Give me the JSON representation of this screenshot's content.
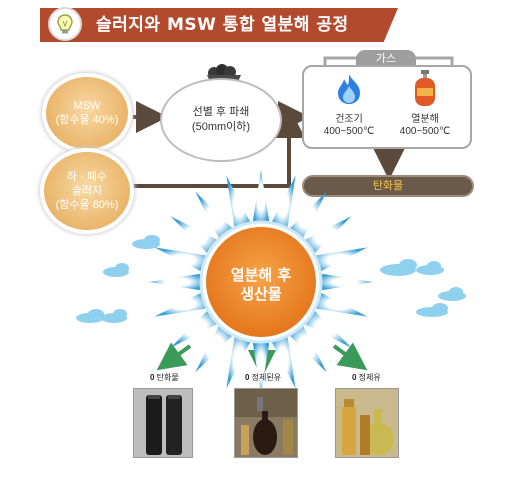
{
  "title": "슬러지와 MSW 통합 열분해 공정",
  "inputs": {
    "msw": {
      "name": "MSW",
      "moisture": "(함수율 40%)"
    },
    "sludge": {
      "line1": "하 · 폐수",
      "line2": "슬러지",
      "moisture": "(함수율 80%)"
    }
  },
  "sorting": {
    "line1": "선별 후 파쇄",
    "line2": "(50mm이하)"
  },
  "gas_label": "가스",
  "dryer": {
    "name": "건조기",
    "temp": "400~500℃"
  },
  "pyrolyzer": {
    "name": "열분해",
    "temp": "400~500℃"
  },
  "char_label": "탄화물",
  "products": {
    "title_line1": "열분해 후",
    "title_line2": "생산물",
    "items": [
      {
        "label": "탄화물"
      },
      {
        "label": "정제된유"
      },
      {
        "label": "정제유"
      }
    ]
  },
  "colors": {
    "banner": "#b34a2e",
    "arrow": "#5b4a3c",
    "sun_core": "#f08a2a",
    "ray": "#4fb0e0",
    "product_arrow": "#3a9a5a"
  },
  "icons": [
    "lightbulb-icon",
    "coal-cart-icon",
    "flame-icon",
    "gas-cylinder-icon",
    "cloud-icon"
  ]
}
